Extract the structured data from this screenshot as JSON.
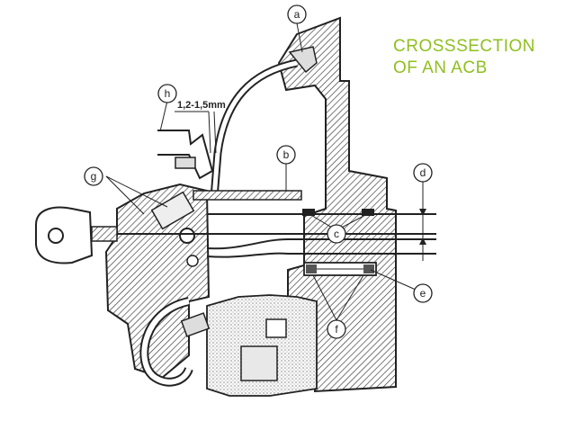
{
  "title": {
    "line1": "CROSSSECTION",
    "line2": "OF AN ACB",
    "color": "#8fbf1f"
  },
  "dimension_label": "1,2-1,5mm",
  "callouts": {
    "a": "a",
    "b": "b",
    "c": "c",
    "d": "d",
    "e": "e",
    "f": "f",
    "g": "g",
    "h": "h"
  }
}
